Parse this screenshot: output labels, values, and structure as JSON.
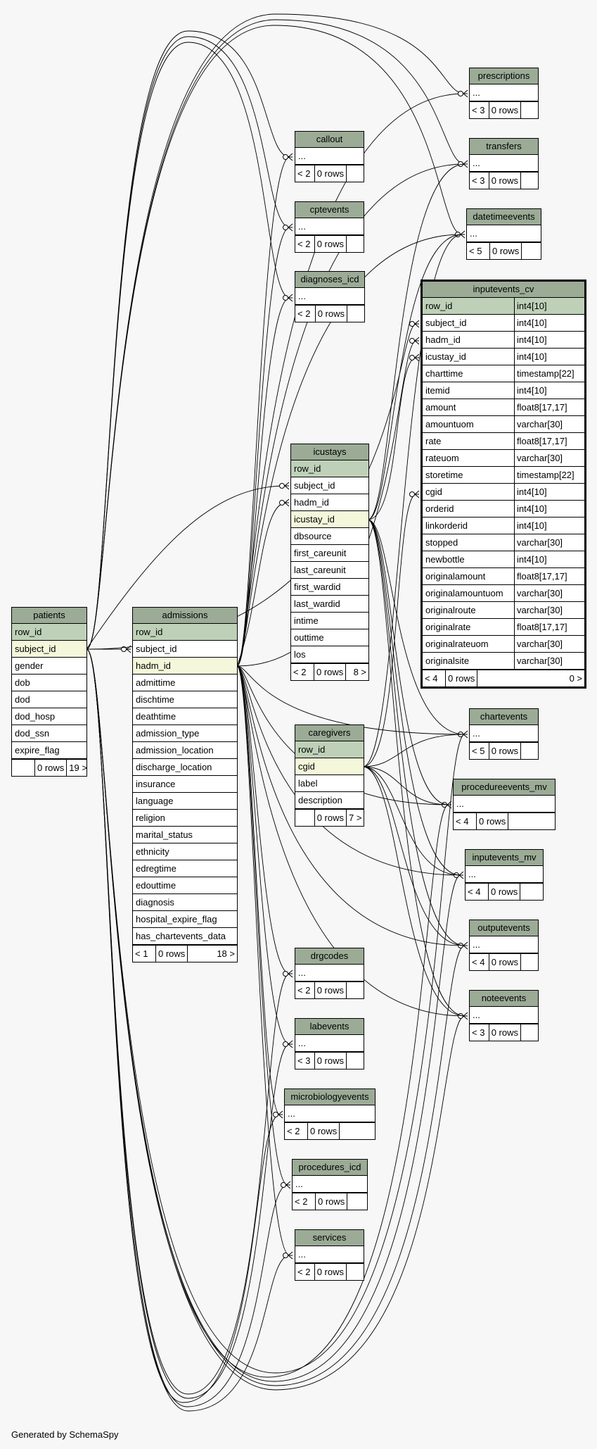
{
  "footer": "Generated by SchemaSpy",
  "tables": {
    "patients": {
      "title": "patients",
      "columns": [
        {
          "name": "row_id",
          "role": "pk"
        },
        {
          "name": "subject_id",
          "role": "fk"
        },
        {
          "name": "gender"
        },
        {
          "name": "dob"
        },
        {
          "name": "dod"
        },
        {
          "name": "dod_hosp"
        },
        {
          "name": "dod_ssn"
        },
        {
          "name": "expire_flag"
        }
      ],
      "footer": {
        "left": "",
        "mid": "0 rows",
        "right": "19 >"
      }
    },
    "admissions": {
      "title": "admissions",
      "columns": [
        {
          "name": "row_id",
          "role": "pk"
        },
        {
          "name": "subject_id"
        },
        {
          "name": "hadm_id",
          "role": "fk"
        },
        {
          "name": "admittime"
        },
        {
          "name": "dischtime"
        },
        {
          "name": "deathtime"
        },
        {
          "name": "admission_type"
        },
        {
          "name": "admission_location"
        },
        {
          "name": "discharge_location"
        },
        {
          "name": "insurance"
        },
        {
          "name": "language"
        },
        {
          "name": "religion"
        },
        {
          "name": "marital_status"
        },
        {
          "name": "ethnicity"
        },
        {
          "name": "edregtime"
        },
        {
          "name": "edouttime"
        },
        {
          "name": "diagnosis"
        },
        {
          "name": "hospital_expire_flag"
        },
        {
          "name": "has_chartevents_data"
        }
      ],
      "footer": {
        "left": "< 1",
        "mid": "0 rows",
        "right": "18 >"
      }
    },
    "icustays": {
      "title": "icustays",
      "columns": [
        {
          "name": "row_id",
          "role": "pk"
        },
        {
          "name": "subject_id"
        },
        {
          "name": "hadm_id"
        },
        {
          "name": "icustay_id",
          "role": "fk"
        },
        {
          "name": "dbsource"
        },
        {
          "name": "first_careunit"
        },
        {
          "name": "last_careunit"
        },
        {
          "name": "first_wardid"
        },
        {
          "name": "last_wardid"
        },
        {
          "name": "intime"
        },
        {
          "name": "outtime"
        },
        {
          "name": "los"
        }
      ],
      "footer": {
        "left": "< 2",
        "mid": "0 rows",
        "right": "8 >"
      }
    },
    "caregivers": {
      "title": "caregivers",
      "columns": [
        {
          "name": "row_id",
          "role": "pk"
        },
        {
          "name": "cgid",
          "role": "fk"
        },
        {
          "name": "label"
        },
        {
          "name": "description"
        }
      ],
      "footer": {
        "left": "",
        "mid": "0 rows",
        "right": "7 >"
      }
    },
    "inputevents_cv": {
      "title": "inputevents_cv",
      "columns": [
        {
          "name": "row_id",
          "type": "int4[10]",
          "role": "pk"
        },
        {
          "name": "subject_id",
          "type": "int4[10]"
        },
        {
          "name": "hadm_id",
          "type": "int4[10]"
        },
        {
          "name": "icustay_id",
          "type": "int4[10]"
        },
        {
          "name": "charttime",
          "type": "timestamp[22]"
        },
        {
          "name": "itemid",
          "type": "int4[10]"
        },
        {
          "name": "amount",
          "type": "float8[17,17]"
        },
        {
          "name": "amountuom",
          "type": "varchar[30]"
        },
        {
          "name": "rate",
          "type": "float8[17,17]"
        },
        {
          "name": "rateuom",
          "type": "varchar[30]"
        },
        {
          "name": "storetime",
          "type": "timestamp[22]"
        },
        {
          "name": "cgid",
          "type": "int4[10]"
        },
        {
          "name": "orderid",
          "type": "int4[10]"
        },
        {
          "name": "linkorderid",
          "type": "int4[10]"
        },
        {
          "name": "stopped",
          "type": "varchar[30]"
        },
        {
          "name": "newbottle",
          "type": "int4[10]"
        },
        {
          "name": "originalamount",
          "type": "float8[17,17]"
        },
        {
          "name": "originalamountuom",
          "type": "varchar[30]"
        },
        {
          "name": "originalroute",
          "type": "varchar[30]"
        },
        {
          "name": "originalrate",
          "type": "float8[17,17]"
        },
        {
          "name": "originalrateuom",
          "type": "varchar[30]"
        },
        {
          "name": "originalsite",
          "type": "varchar[30]"
        }
      ],
      "footer": {
        "left": "< 4",
        "mid": "0 rows",
        "right": "0 >"
      }
    },
    "prescriptions": {
      "title": "prescriptions",
      "columns": [
        {
          "name": "..."
        }
      ],
      "footer": {
        "left": "< 3",
        "mid": "0 rows",
        "right": ""
      }
    },
    "transfers": {
      "title": "transfers",
      "columns": [
        {
          "name": "..."
        }
      ],
      "footer": {
        "left": "< 3",
        "mid": "0 rows",
        "right": ""
      }
    },
    "datetimeevents": {
      "title": "datetimeevents",
      "columns": [
        {
          "name": "..."
        }
      ],
      "footer": {
        "left": "< 5",
        "mid": "0 rows",
        "right": ""
      }
    },
    "callout": {
      "title": "callout",
      "columns": [
        {
          "name": "..."
        }
      ],
      "footer": {
        "left": "< 2",
        "mid": "0 rows",
        "right": ""
      }
    },
    "cptevents": {
      "title": "cptevents",
      "columns": [
        {
          "name": "..."
        }
      ],
      "footer": {
        "left": "< 2",
        "mid": "0 rows",
        "right": ""
      }
    },
    "diagnoses_icd": {
      "title": "diagnoses_icd",
      "columns": [
        {
          "name": "..."
        }
      ],
      "footer": {
        "left": "< 2",
        "mid": "0 rows",
        "right": ""
      }
    },
    "chartevents": {
      "title": "chartevents",
      "columns": [
        {
          "name": "..."
        }
      ],
      "footer": {
        "left": "< 5",
        "mid": "0 rows",
        "right": ""
      }
    },
    "procedureevents_mv": {
      "title": "procedureevents_mv",
      "columns": [
        {
          "name": "..."
        }
      ],
      "footer": {
        "left": "< 4",
        "mid": "0 rows",
        "right": ""
      }
    },
    "inputevents_mv": {
      "title": "inputevents_mv",
      "columns": [
        {
          "name": "..."
        }
      ],
      "footer": {
        "left": "< 4",
        "mid": "0 rows",
        "right": ""
      }
    },
    "outputevents": {
      "title": "outputevents",
      "columns": [
        {
          "name": "..."
        }
      ],
      "footer": {
        "left": "< 4",
        "mid": "0 rows",
        "right": ""
      }
    },
    "noteevents": {
      "title": "noteevents",
      "columns": [
        {
          "name": "..."
        }
      ],
      "footer": {
        "left": "< 3",
        "mid": "0 rows",
        "right": ""
      }
    },
    "drgcodes": {
      "title": "drgcodes",
      "columns": [
        {
          "name": "..."
        }
      ],
      "footer": {
        "left": "< 2",
        "mid": "0 rows",
        "right": ""
      }
    },
    "labevents": {
      "title": "labevents",
      "columns": [
        {
          "name": "..."
        }
      ],
      "footer": {
        "left": "< 3",
        "mid": "0 rows",
        "right": ""
      }
    },
    "microbiologyevents": {
      "title": "microbiologyevents",
      "columns": [
        {
          "name": "..."
        }
      ],
      "footer": {
        "left": "< 2",
        "mid": "0 rows",
        "right": ""
      }
    },
    "procedures_icd": {
      "title": "procedures_icd",
      "columns": [
        {
          "name": "..."
        }
      ],
      "footer": {
        "left": "< 2",
        "mid": "0 rows",
        "right": ""
      }
    },
    "services": {
      "title": "services",
      "columns": [
        {
          "name": "..."
        }
      ],
      "footer": {
        "left": "< 2",
        "mid": "0 rows",
        "right": ""
      }
    }
  }
}
